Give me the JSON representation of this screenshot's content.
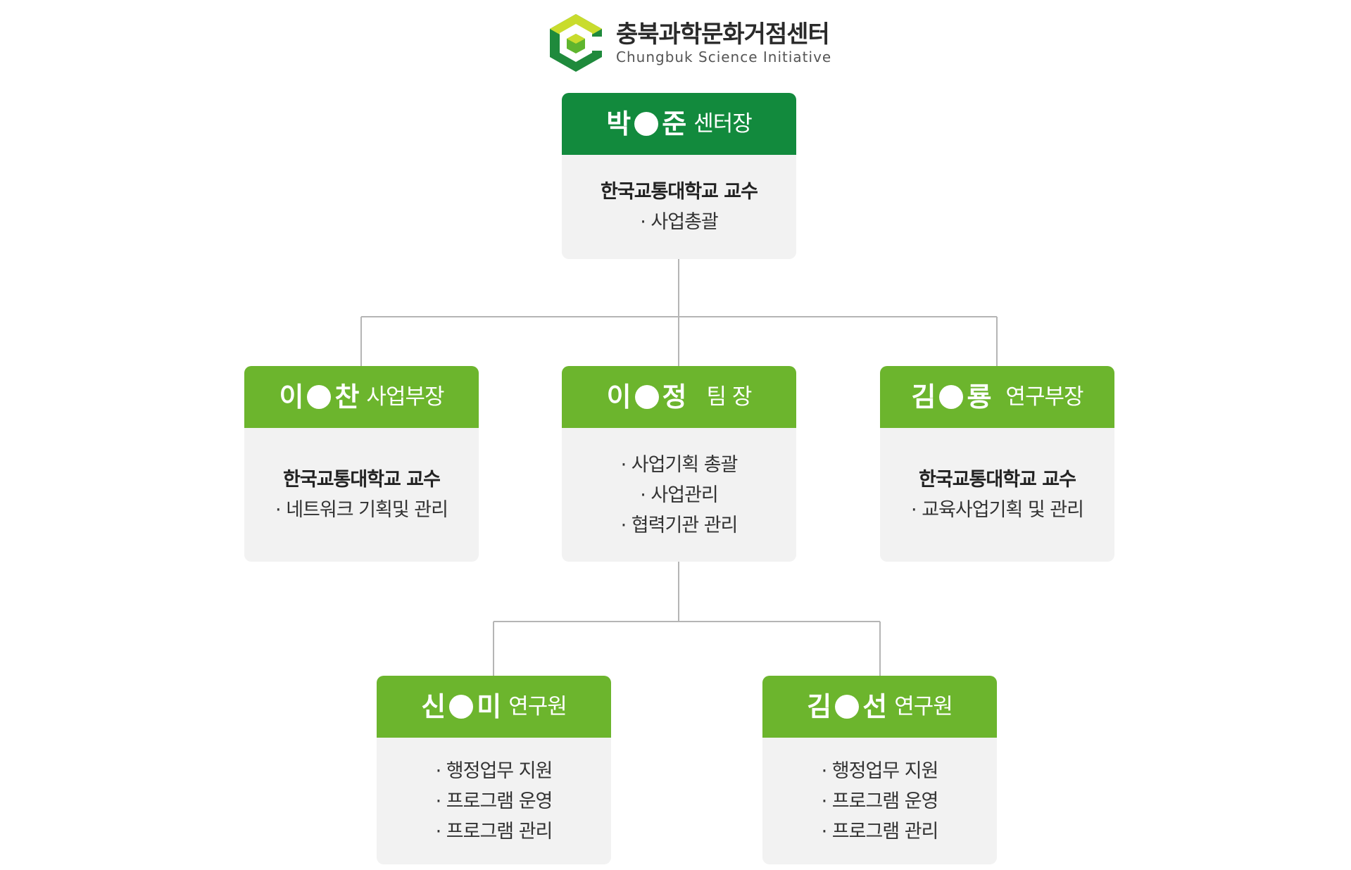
{
  "header": {
    "org_name_ko": "충북과학문화거점센터",
    "org_name_en": "Chungbuk Science Initiative",
    "logo_icon": "hexagon-cube-logo-icon"
  },
  "colors": {
    "director_green": "#128a3d",
    "member_green": "#6cb52d",
    "card_background": "#f2f2f2",
    "connector_gray": "#b5b5b5",
    "text_dark": "#222222"
  },
  "director": {
    "surname": "박",
    "given": "준",
    "role": "센터장",
    "affiliation": "한국교통대학교 교수",
    "duties": [
      "· 사업총괄"
    ]
  },
  "managers": [
    {
      "surname": "이",
      "given": "찬",
      "role": "사업부장",
      "affiliation": "한국교통대학교 교수",
      "duties": [
        "· 네트워크 기획및 관리"
      ]
    },
    {
      "surname": "이",
      "given": "정",
      "role": "팀 장",
      "affiliation": "",
      "duties": [
        "· 사업기획 총괄",
        "· 사업관리",
        "· 협력기관 관리"
      ]
    },
    {
      "surname": "김",
      "given": "룡",
      "role": "연구부장",
      "affiliation": "한국교통대학교 교수",
      "duties": [
        "· 교육사업기획 및 관리"
      ]
    }
  ],
  "researchers": [
    {
      "surname": "신",
      "given": "미",
      "role": "연구원",
      "affiliation": "",
      "duties": [
        "· 행정업무 지원",
        "· 프로그램 운영",
        "· 프로그램 관리"
      ]
    },
    {
      "surname": "김",
      "given": "선",
      "role": "연구원",
      "affiliation": "",
      "duties": [
        "· 행정업무 지원",
        "· 프로그램 운영",
        "· 프로그램 관리"
      ]
    }
  ]
}
